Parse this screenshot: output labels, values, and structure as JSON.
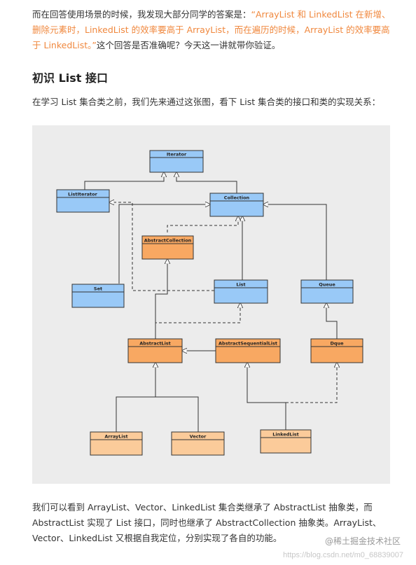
{
  "intro": {
    "text_before": "而在回答使用场景的时候，我发现大部分同学的答案是：",
    "quote": "“ArrayList 和 LinkedList 在新增、删除元素时，LinkedList 的效率要高于 ArrayList，而在遍历的时候，ArrayList 的效率要高于 LinkedList。”",
    "text_after": "这个回答是否准确呢？今天这一讲就带你验证。"
  },
  "section": {
    "heading": "初识 List 接口",
    "lead": "在学习 List 集合类之前，我们先来通过这张图，看下 List 集合类的接口和类的实现关系："
  },
  "diagram": {
    "boxes": {
      "iterator": "Iterator",
      "listiterator": "ListIterator",
      "collection": "Collection",
      "abstractcollection": "AbstractCollection",
      "set": "Set",
      "list": "List",
      "queue": "Queue",
      "abstractlist": "AbstractList",
      "abstractsequentiallist": "AbstractSequentialList",
      "dque": "Dque",
      "arraylist": "ArrayList",
      "vector": "Vector",
      "linkedlist": "LinkedList"
    },
    "colors": {
      "interface": "#99c9f7",
      "abstract": "#f8a862",
      "concrete": "#fbcb9a",
      "background": "#ececec"
    }
  },
  "summary": "我们可以看到 ArrayList、Vector、LinkedList 集合类继承了 AbstractList 抽象类，而 AbstractList 实现了 List 接口，同时也继承了 AbstractCollection 抽象类。ArrayList、Vector、LinkedList 又根据自我定位，分别实现了各自的功能。",
  "watermark": {
    "brand": "@稀土掘金技术社区",
    "url": "https://blog.csdn.net/m0_68839007"
  }
}
